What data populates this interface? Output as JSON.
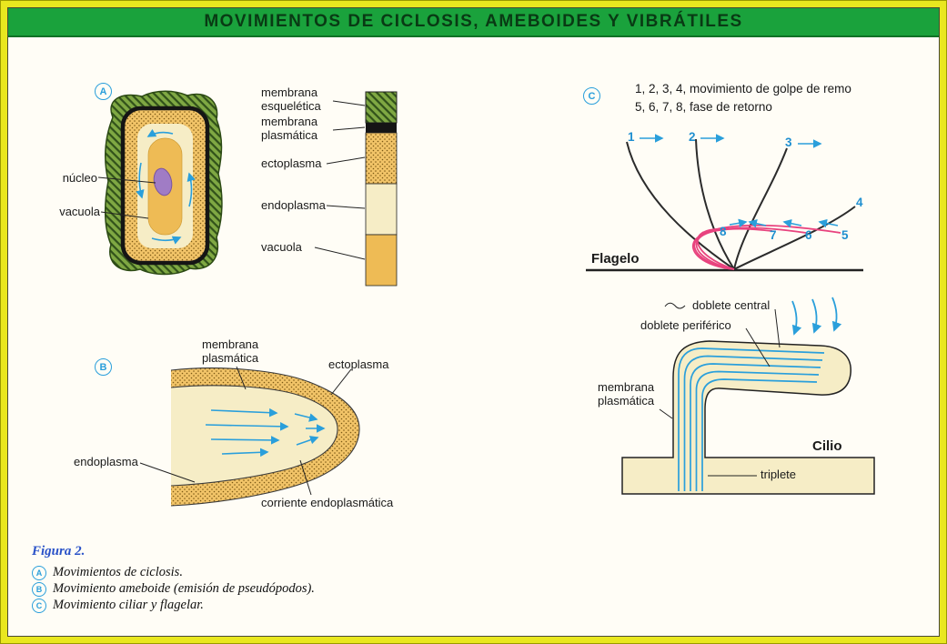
{
  "title": "MOVIMIENTOS DE CICLOSIS, AMEBOIDES Y VIBRÁTILES",
  "panelA": {
    "badge": "A",
    "cell_labels": {
      "nucleo": "núcleo",
      "vacuola": "vacuola"
    },
    "legend": {
      "membrana_esqueletica": "membrana\nesquelética",
      "membrana_plasmatica": "membrana\nplasmática",
      "ectoplasma": "ectoplasma",
      "endoplasma": "endoplasma",
      "vacuola": "vacuola"
    }
  },
  "panelB": {
    "badge": "B",
    "labels": {
      "membrana_plasmatica": "membrana\nplasmática",
      "ectoplasma": "ectoplasma",
      "endoplasma": "endoplasma",
      "corriente_endoplasmatica": "corriente endoplasmática"
    }
  },
  "panelC": {
    "badge": "C",
    "caption_line1": "1, 2, 3, 4,  movimiento de golpe de remo",
    "caption_line2": "5, 6, 7, 8,  fase de retorno",
    "flagelo_label": "Flagelo",
    "numbers": [
      "1",
      "2",
      "3",
      "4",
      "5",
      "6",
      "7",
      "8"
    ],
    "cilio": {
      "doblete_central": "doblete central",
      "doblete_periferico": "doblete periférico",
      "membrana_plasmatica": "membrana\nplasmática",
      "cilio_label": "Cilio",
      "triplete": "triplete"
    }
  },
  "caption": {
    "figura": "Figura 2.",
    "items": [
      {
        "badge": "A",
        "text": "Movimientos de ciclosis."
      },
      {
        "badge": "B",
        "text": "Movimiento ameboide (emisión de pseudópodos)."
      },
      {
        "badge": "C",
        "text": "Movimiento ciliar y flagelar."
      }
    ]
  },
  "colors": {
    "frame_yellow": "#e9e71f",
    "title_green": "#1aa23c",
    "accent_blue": "#2a9fdb",
    "curve_pink": "#e8437e",
    "wall_green": "#7fa843",
    "ectoplasm_orange": "#f2c468",
    "endoplasm_cream": "#f6edc6",
    "vacuole_orange": "#eebb55",
    "nucleus_purple": "#a07cc5"
  }
}
